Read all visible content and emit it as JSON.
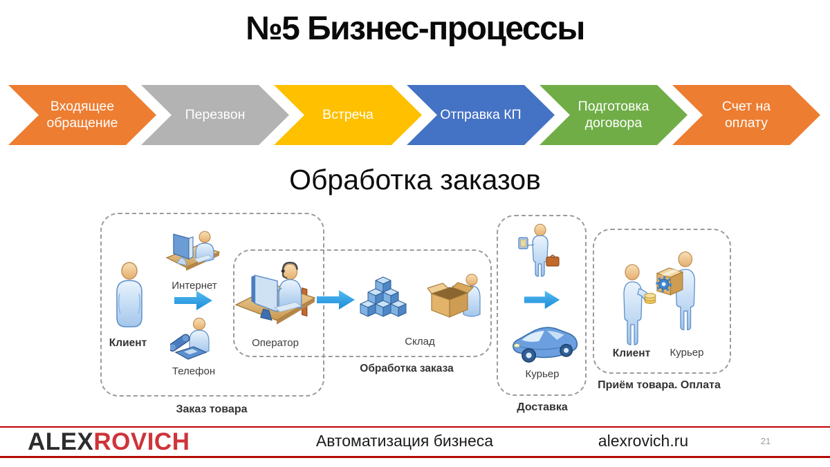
{
  "slide": {
    "title": "№5 Бизнес-процессы",
    "page_number": "21"
  },
  "process_chevrons": [
    {
      "label": "Входящее обращение",
      "color": "#ED7D31"
    },
    {
      "label": "Перезвон",
      "color": "#B3B3B3"
    },
    {
      "label": "Встреча",
      "color": "#FFC000"
    },
    {
      "label": "Отправка КП",
      "color": "#4472C4"
    },
    {
      "label": "Подготовка договора",
      "color": "#70AD47"
    },
    {
      "label": "Счет на оплату",
      "color": "#ED7D31"
    }
  ],
  "diagram": {
    "title": "Обработка заказов",
    "groups": [
      {
        "label": "Заказ товара"
      },
      {
        "label": "Обработка заказа"
      },
      {
        "label": "Доставка"
      },
      {
        "label": "Приём товара. Оплата"
      }
    ],
    "nodes": [
      {
        "label": "Клиент"
      },
      {
        "label": "Интернет"
      },
      {
        "label": "Телефон"
      },
      {
        "label": "Оператор"
      },
      {
        "label": "Склад"
      },
      {
        "label": "Курьер"
      },
      {
        "label": "Клиент"
      },
      {
        "label": "Курьер"
      }
    ]
  },
  "footer": {
    "logo_black": "ALEX",
    "logo_red": "ROVICH",
    "center_text": "Автоматизация бизнеса",
    "site": "alexrovich.ru"
  },
  "colors": {
    "accent_red": "#C00000",
    "arrow_blue": "#2D9FE3",
    "dashed_border": "#9B9B9B"
  }
}
